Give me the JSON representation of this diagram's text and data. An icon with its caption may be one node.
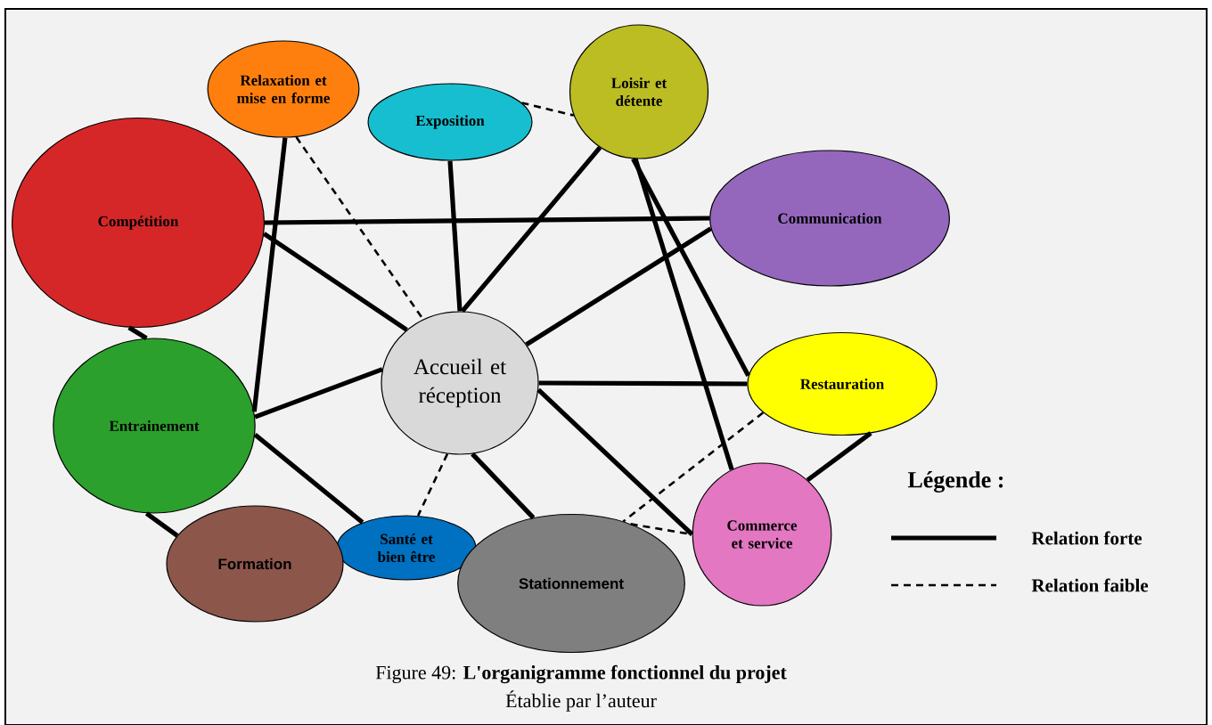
{
  "diagram": {
    "caption": "Figure 49: **L'organigramme fonctionnel du projet**",
    "nodes": [
      {
        "text": [
          "Relaxation et mise en forme"
        ]
      },
      {
        "text": [
          "Exposition"
        ]
      },
      {
        "text": [
          "Loisir et détente"
        ]
      },
      {
        "text": [
          "Compétition"
        ]
      },
      {
        "text": [
          "Communication"
        ]
      },
      {
        "text": [
          "Accueil et réception"
        ]
      },
      {
        "text": [
          "Restauration"
        ]
      },
      {
        "text": [
          "Entrainement"
        ]
      },
      {
        "text": [
          "Commerce et service"
        ]
      },
      {
        "text": [
          "Santé et bien être"
        ]
      },
      {
        "text": [
          "Formation"
        ]
      },
      {
        "text": [
          "Stationnement"
        ]
      }
    ],
    "edges": [
      {
        "from": 0,
        "to": 7,
        "arrow": "none"
      },
      {
        "from": 0,
        "to": 5,
        "arrow": "none",
        "style": "dashed"
      },
      {
        "from": 1,
        "to": 5,
        "arrow": "none"
      },
      {
        "from": 1,
        "to": 2,
        "arrow": "none",
        "style": "dashed"
      },
      {
        "from": 2,
        "to": 5,
        "arrow": "none"
      },
      {
        "from": 2,
        "to": 6,
        "arrow": "none"
      },
      {
        "from": 2,
        "to": 8,
        "arrow": "none"
      },
      {
        "from": 3,
        "to": 4,
        "arrow": "none"
      },
      {
        "from": 3,
        "to": 5,
        "arrow": "none"
      },
      {
        "from": 3,
        "to": 7,
        "arrow": "none"
      },
      {
        "from": 4,
        "to": 5,
        "arrow": "none"
      },
      {
        "from": 7,
        "to": 5,
        "arrow": "none"
      },
      {
        "from": 7,
        "to": 9,
        "arrow": "none"
      },
      {
        "from": 7,
        "to": 10,
        "arrow": "none"
      },
      {
        "from": 5,
        "to": 6,
        "arrow": "none"
      },
      {
        "from": 5,
        "to": 8,
        "arrow": "none"
      },
      {
        "from": 5,
        "to": 9,
        "arrow": "none",
        "style": "dashed"
      },
      {
        "from": 5,
        "to": 11,
        "arrow": "none"
      },
      {
        "from": 6,
        "to": 11,
        "arrow": "none",
        "style": "dashed"
      },
      {
        "from": 6,
        "to": 8,
        "arrow": "none"
      },
      {
        "from": 11,
        "to": 8,
        "arrow": "none",
        "style": "dashed"
      }
    ],
    "labels": [
      "Légende :",
      "Établie par l’auteur"
    ],
    "legend": [
      {
        "text": "Relation forte"
      },
      {
        "text": "Relation faible"
      }
    ]
  }
}
